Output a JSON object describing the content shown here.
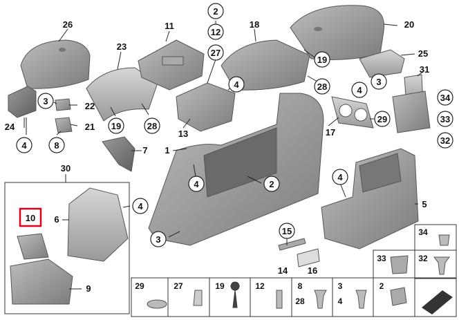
{
  "part_numbers": {
    "p1": "1",
    "p2": "2",
    "p3": "3",
    "p4": "4",
    "p5": "5",
    "p6": "6",
    "p7": "7",
    "p8": "8",
    "p9": "9",
    "p10": "10",
    "p11": "11",
    "p12": "12",
    "p13": "13",
    "p14": "14",
    "p15": "15",
    "p16": "16",
    "p17": "17",
    "p18": "18",
    "p19": "19",
    "p20": "20",
    "p21": "21",
    "p22": "22",
    "p23": "23",
    "p24": "24",
    "p25": "25",
    "p26": "26",
    "p27": "27",
    "p28": "28",
    "p29": "29",
    "p30": "30",
    "p31": "31",
    "p32": "32",
    "p33": "33",
    "p34": "34"
  },
  "highlight_color": "#e0001a",
  "part_colors": {
    "dark": "#6f6f6f",
    "mid": "#8c8c8c",
    "light": "#b5b5b5"
  }
}
